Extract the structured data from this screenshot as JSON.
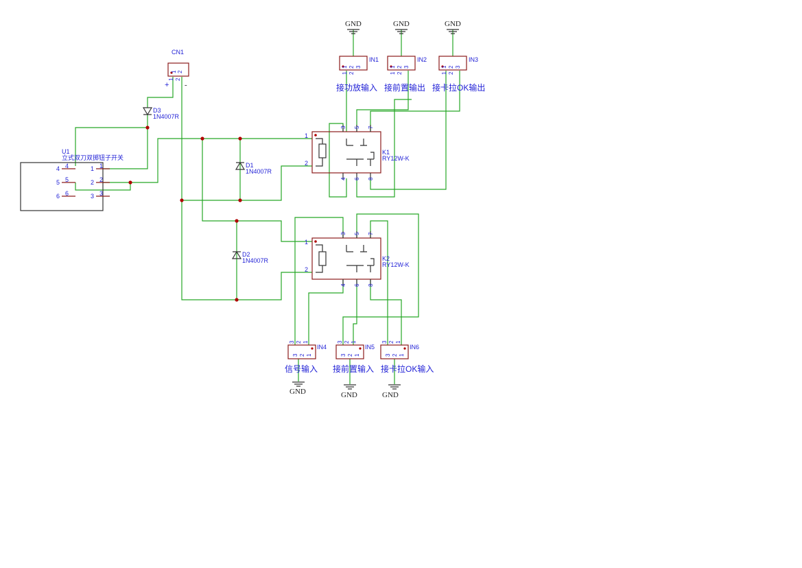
{
  "gnd_label": "GND",
  "colors": {
    "wire": "#26a626",
    "component": "#8b1a1a",
    "text": "#1f1fd6",
    "junction": "#b00000"
  },
  "cn1": {
    "ref": "CN1",
    "plus": "+",
    "minus": "-",
    "pin1": "1",
    "pin2": "2"
  },
  "d1": {
    "ref": "D1",
    "value": "1N4007R"
  },
  "d2": {
    "ref": "D2",
    "value": "1N4007R"
  },
  "d3": {
    "ref": "D3",
    "value": "1N4007R"
  },
  "k1": {
    "ref": "K1",
    "value": "RY12W-K"
  },
  "k2": {
    "ref": "K2",
    "value": "RY12W-K"
  },
  "relay_pins": {
    "p1": "1",
    "p2": "2",
    "p3": "3",
    "p4": "4",
    "p5": "5",
    "p6": "6",
    "p7": "7",
    "p8": "8"
  },
  "u1": {
    "ref": "U1",
    "name": "立式双刀双掷钮子开关",
    "pins": [
      "1",
      "2",
      "3",
      "4",
      "5",
      "6"
    ]
  },
  "inputs": [
    {
      "ref": "IN1",
      "label": "接功放输入"
    },
    {
      "ref": "IN2",
      "label": "接前置输出"
    },
    {
      "ref": "IN3",
      "label": "接卡拉OK输出"
    },
    {
      "ref": "IN4",
      "label": "信号输入"
    },
    {
      "ref": "IN5",
      "label": "接前置输入"
    },
    {
      "ref": "IN6",
      "label": "接卡拉OK输入"
    }
  ],
  "header_pins": [
    "1",
    "2",
    "3"
  ]
}
